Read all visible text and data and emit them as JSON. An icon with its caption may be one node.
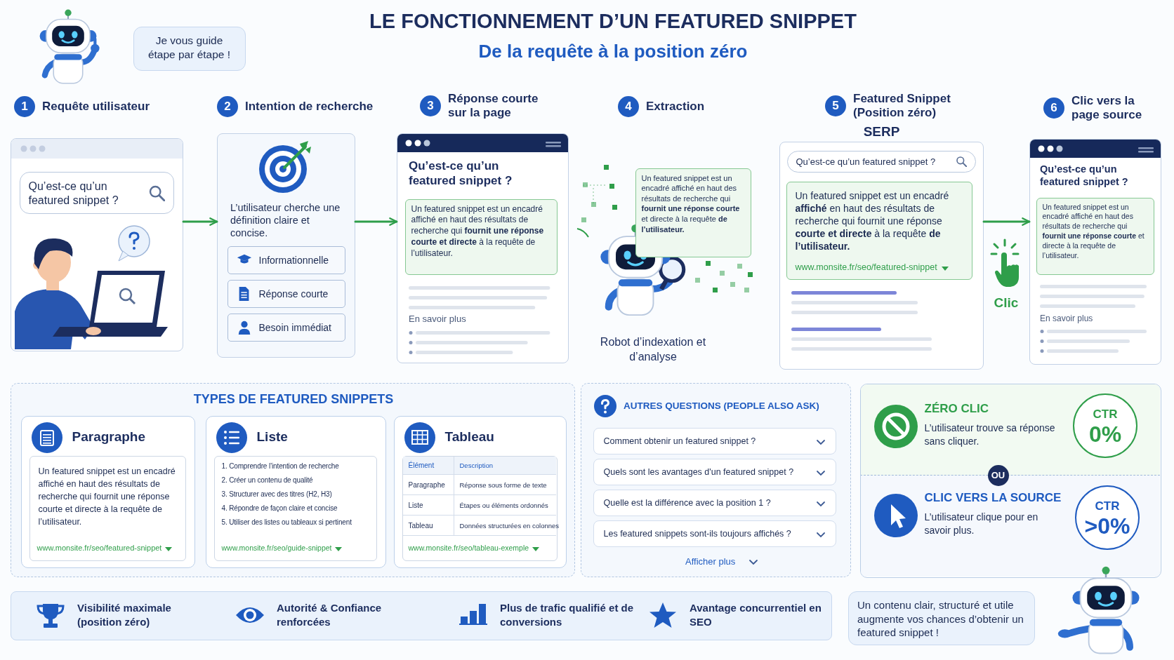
{
  "diagram": {
    "title": "LE FONCTIONNEMENT D’UN FEATURED SNIPPET",
    "nodes": [
      {
        "text": [
          "Je vous guide étape par étape !"
        ]
      },
      {
        "text": [
          "Requête utilisateur"
        ],
        "beside": [
          "1"
        ]
      },
      {
        "text": [
          "Qu’est-ce qu’un featured snippet ?"
        ],
        "in": 1
      },
      {
        "text": [
          "Intention de recherche",
          "L’utilisateur cherche une définition claire et concise."
        ],
        "beside": [
          "2"
        ]
      },
      {
        "text": [
          "Informationnelle"
        ],
        "in": 3
      },
      {
        "text": [
          "Réponse courte"
        ],
        "in": 3
      },
      {
        "text": [
          "Besoin immédiat"
        ],
        "in": 3
      },
      {
        "text": [
          "Réponse courte sur la page",
          "Qu’est-ce qu’un featured snippet ?",
          "En savoir plus"
        ],
        "beside": [
          "3"
        ]
      },
      {
        "text": [
          "Un featured snippet est un encadré affiché en haut des résultats de recherche qui **fournit une réponse courte et directe** à la requête de l’utilisateur."
        ],
        "in": 7
      },
      {
        "text": [
          "Extraction",
          "Robot d’indexation et d’analyse"
        ],
        "beside": [
          "4"
        ]
      },
      {
        "text": [
          "Un featured snippet est un encadré affiché en haut des résultats de recherche qui **fournit une réponse courte** et directe à la requête **de l’utilisateur.**"
        ],
        "in": 9
      },
      {
        "text": [
          "Featured Snippet (Position zéro)",
          "SERP"
        ],
        "beside": [
          "5"
        ]
      },
      {
        "text": [
          "Qu’est-ce qu’un featured snippet ?"
        ],
        "in": 11
      },
      {
        "text": [
          "Un featured snippet est un encadré **affiché** en haut des résultats de recherche qui fournit une réponse **courte et directe** à la requête **de l’utilisateur.**",
          "www.monsite.fr/seo/featured-snippet"
        ],
        "in": 11
      },
      {
        "text": [
          "Clic vers la page source",
          "Qu’est-ce qu’un featured snippet ?",
          "En savoir plus"
        ],
        "beside": [
          "6"
        ]
      },
      {
        "text": [
          "Un featured snippet est un encadré affiché en haut des résultats de recherche qui **fournit une réponse courte** et directe à la requête de l’utilisateur."
        ],
        "in": 14
      },
      {
        "text": [
          "TYPES DE FEATURED SNIPPETS"
        ]
      },
      {
        "text": [
          "Paragraphe",
          "Un featured snippet est un encadré affiché en haut des résultats de recherche qui fournit une réponse courte et directe à la requête de l’utilisateur.",
          "www.monsite.fr/seo/featured-snippet"
        ],
        "in": 16
      },
      {
        "text": [
          "Liste",
          "1. Comprendre l’intention de recherche",
          "2. Créer un contenu de qualité",
          "3. Structurer avec des titres (H2, H3)",
          "4. Répondre de façon claire et concise",
          "5. Utiliser des listes ou tableaux si pertinent",
          "www.monsite.fr/seo/guide-snippet"
        ],
        "in": 16
      },
      {
        "text": [
          "Tableau",
          "Élément",
          "Description",
          "Paragraphe",
          "Réponse sous forme de texte",
          "Liste",
          "Étapes ou éléments ordonnés",
          "Tableau",
          "Données structurées en colonnes",
          "www.monsite.fr/seo/tableau-exemple"
        ],
        "in": 16
      },
      {
        "text": [
          "AUTRES QUESTIONS (PEOPLE ALSO ASK)",
          "Afficher plus"
        ]
      },
      {
        "text": [
          "Comment obtenir un featured snippet ?"
        ],
        "in": 20
      },
      {
        "text": [
          "Quels sont les avantages d'un featured snippet ?"
        ],
        "in": 20
      },
      {
        "text": [
          "Quelle est la différence avec la position 1 ?"
        ],
        "in": 20
      },
      {
        "text": [
          "Les featured snippets sont-ils toujours affichés ?"
        ],
        "in": 20
      },
      {
        "text": [],
        "shape": "box"
      },
      {
        "text": [
          "ZÉRO CLIC",
          "L’utilisateur trouve sa réponse sans cliquer."
        ],
        "in": 25
      },
      {
        "text": [
          "CTR",
          "0%"
        ],
        "in": 26
      },
      {
        "text": [
          "OU"
        ],
        "in": 25
      },
      {
        "text": [
          "CLIC VERS LA SOURCE",
          "L’utilisateur clique pour en savoir plus."
        ],
        "in": 25
      },
      {
        "text": [
          "CTR",
          ">0%"
        ],
        "in": 29
      },
      {
        "text": [
          "Visibilité maximale (position zéro)",
          "Autorité & Confiance renforcées",
          "Plus de trafic qualifié et de conversions",
          "Avantage concurrentiel en SEO"
        ]
      },
      {
        "text": [
          "Un contenu clair, structuré et utile augmente vos chances d’obtenir un featured snippet !"
        ]
      }
    ],
    "edges": [
      {
        "from": 1,
        "to": 3,
        "arrow": "to"
      },
      {
        "from": 3,
        "to": 7,
        "arrow": "to"
      },
      {
        "from": 11,
        "to": 14,
        "arrow": "to"
      }
    ],
    "labels": [
      "De la requête à la position zéro",
      "Clic"
    ]
  }
}
